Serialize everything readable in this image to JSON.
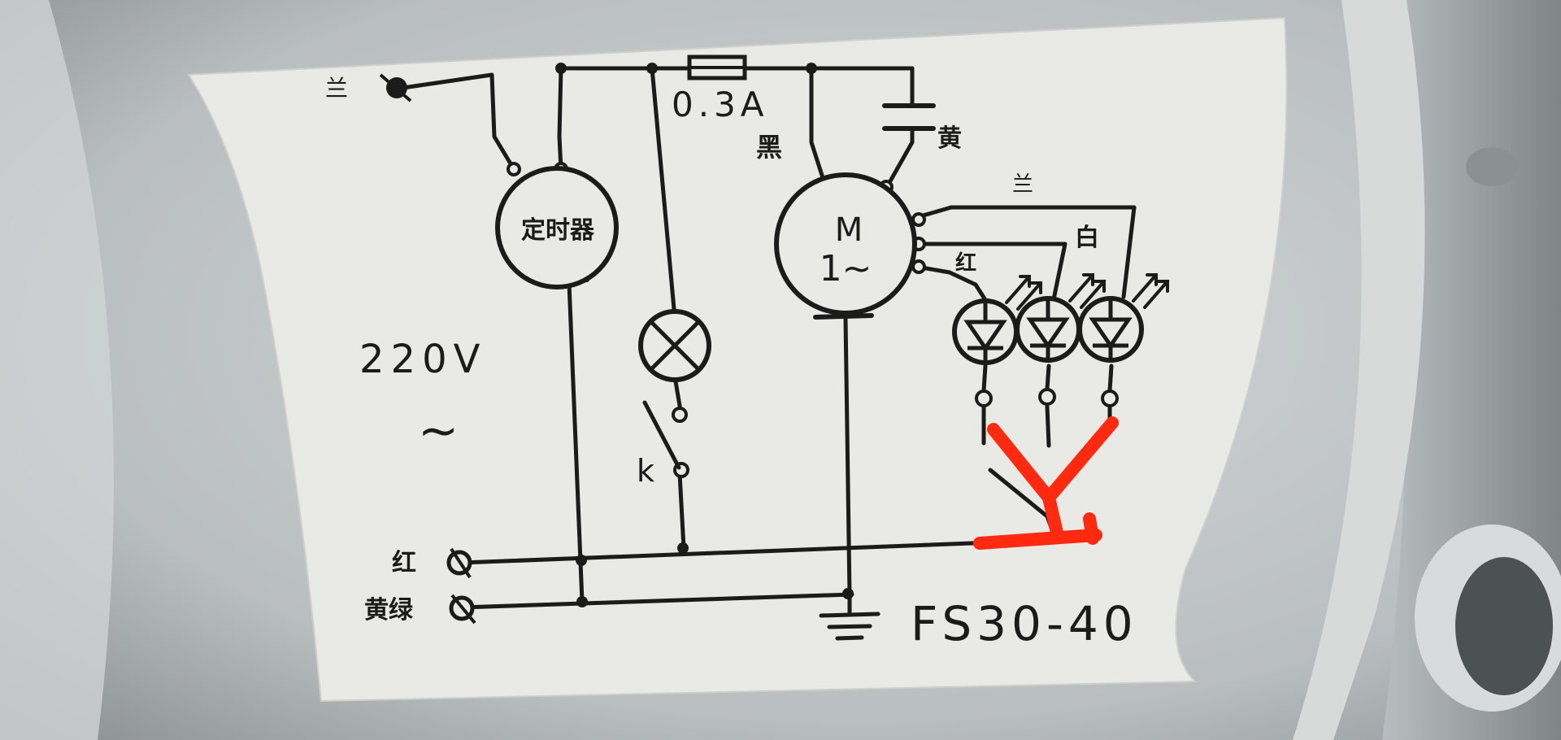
{
  "colors": {
    "ink": "#1b1b1b",
    "paper": "#e9e9e6",
    "housing": "#c7cbcc",
    "annotation": "#ff2a10"
  },
  "labels": {
    "blue_top": "兰",
    "blue_right": "兰",
    "fuse_rating": "0.3A",
    "black": "黑",
    "yellow": "黄",
    "timer": "定时器",
    "motor_m": "M",
    "motor_phase": "1~",
    "white": "白",
    "red_led": "红",
    "voltage": "220V",
    "ac_symbol": "~",
    "switch_k": "k",
    "red_terminal": "红",
    "yellow_green_terminal": "黄绿",
    "model": "FS30-40"
  }
}
